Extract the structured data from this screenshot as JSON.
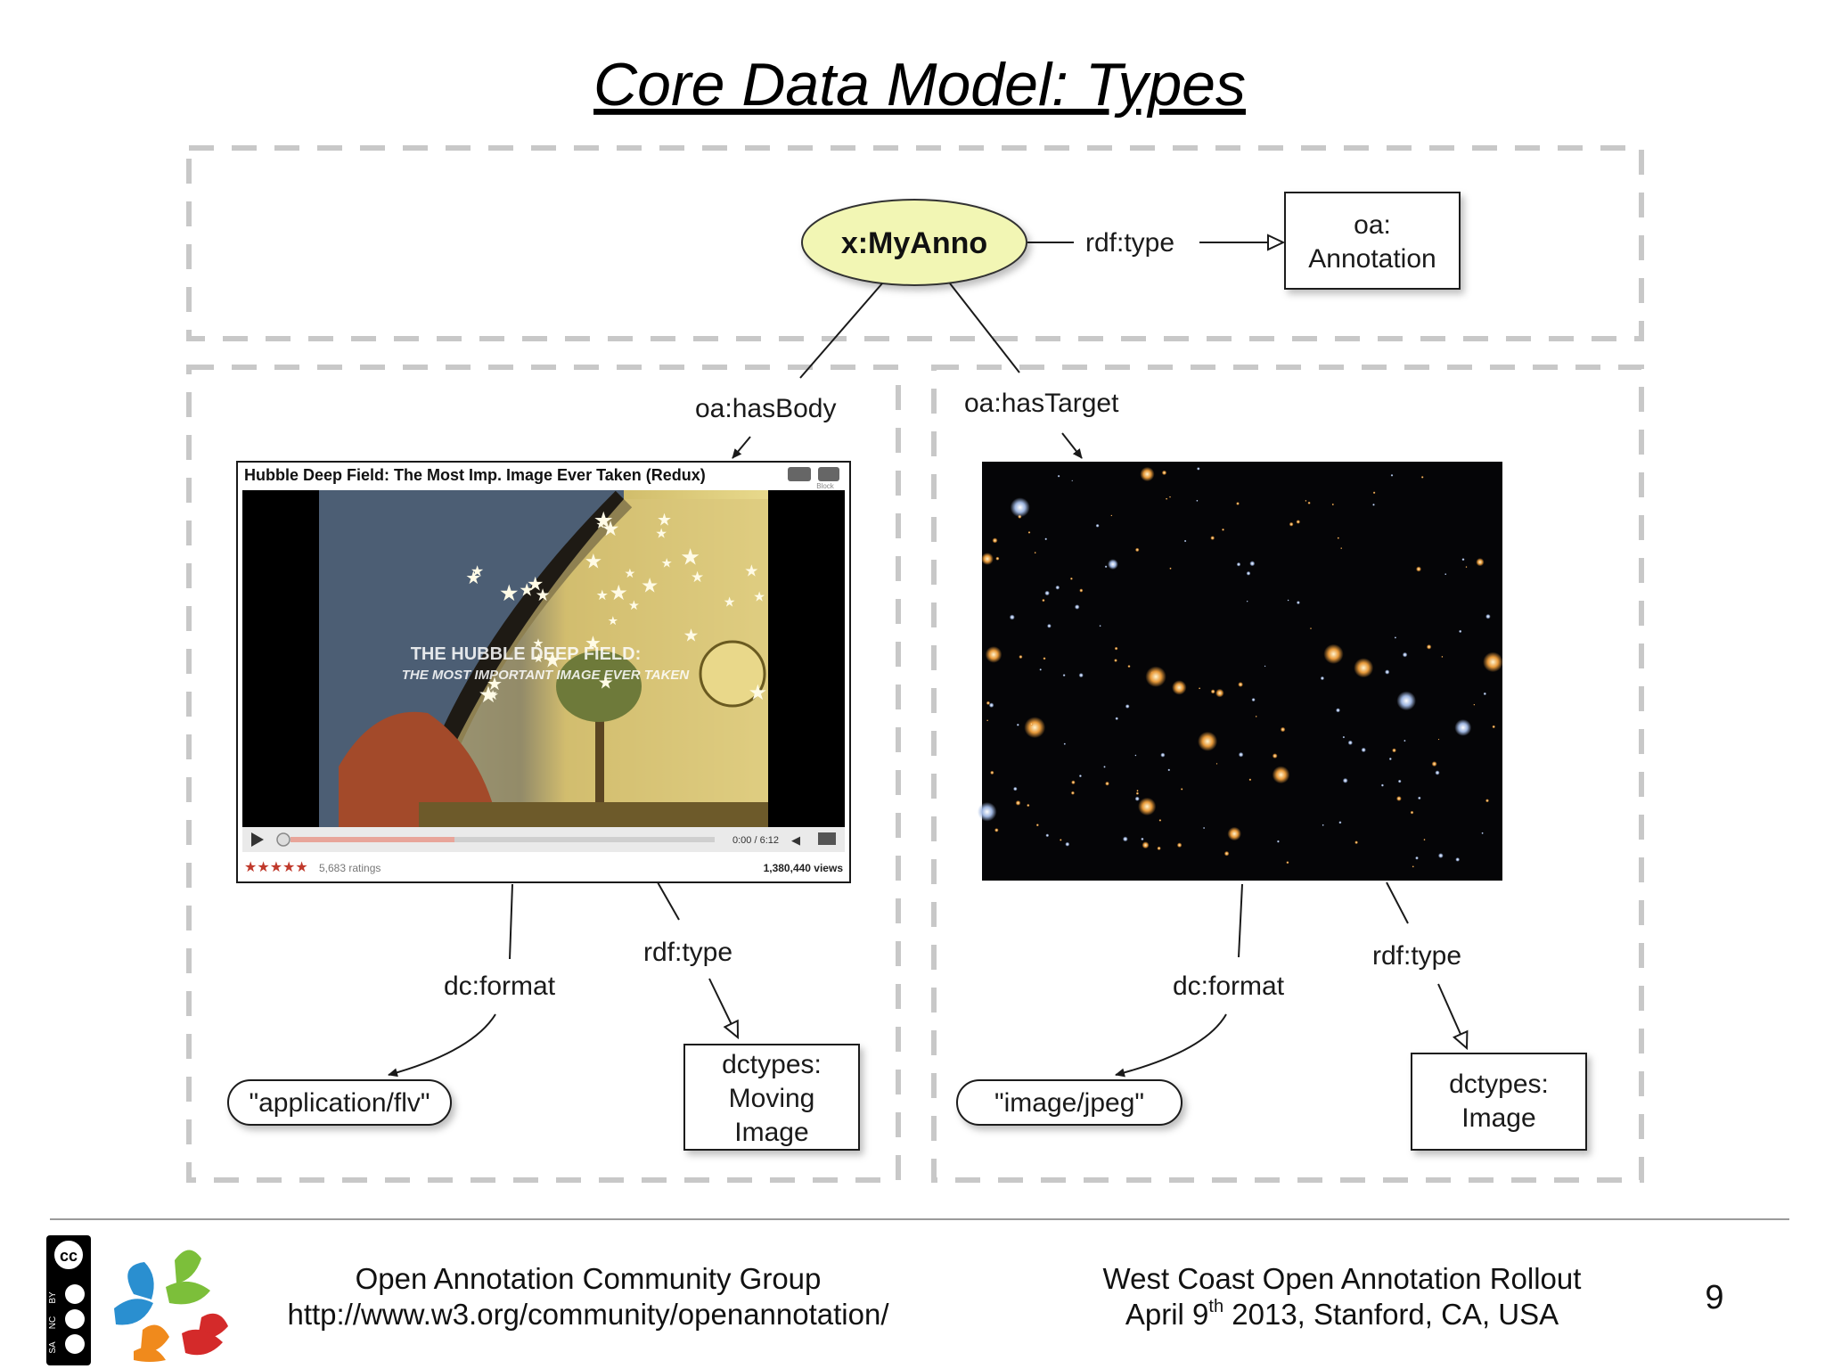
{
  "slide": {
    "title": "Core Data Model: Types",
    "page_number": "9"
  },
  "nodes": {
    "annotation_node": "x:MyAnno",
    "annotation_class_line1": "oa:",
    "annotation_class_line2": "Annotation",
    "body_format_value": "\"application/flv\"",
    "body_type_line1": "dctypes:",
    "body_type_line2": "Moving",
    "body_type_line3": "Image",
    "target_format_value": "\"image/jpeg\"",
    "target_type_line1": "dctypes:",
    "target_type_line2": "Image"
  },
  "edges": {
    "anno_rdf_type": "rdf:type",
    "has_body": "oa:hasBody",
    "has_target": "oa:hasTarget",
    "body_dc_format": "dc:format",
    "body_rdf_type": "rdf:type",
    "target_dc_format": "dc:format",
    "target_rdf_type": "rdf:type"
  },
  "video_player": {
    "title": "Hubble Deep Field: The Most Imp. Image Ever Taken (Redux)",
    "overlay_line1": "THE HUBBLE DEEP FIELD:",
    "overlay_line2": "THE MOST IMPORTANT IMAGE EVER TAKEN",
    "time": "0:00 / 6:12",
    "ratings": "5,683 ratings",
    "views": "1,380,440 views",
    "stars": "★★★★★",
    "block_label": "Block"
  },
  "footer": {
    "group_name": "Open Annotation Community Group",
    "group_url": "http://www.w3.org/community/openannotation/",
    "event_name": "West Coast Open Annotation Rollout",
    "event_date_pre": "April 9",
    "event_date_sup": "th",
    "event_date_post": " 2013, Stanford, CA, USA",
    "license_labels": [
      "BY",
      "NC",
      "SA"
    ]
  },
  "colors": {
    "ellipse_fill": "#f2f6b4",
    "dashed_border": "#c8c8c8",
    "text": "#1a1a1a",
    "video_bg": "#000000",
    "star_red": "#c0392b",
    "progress_red": "#d9534f"
  }
}
